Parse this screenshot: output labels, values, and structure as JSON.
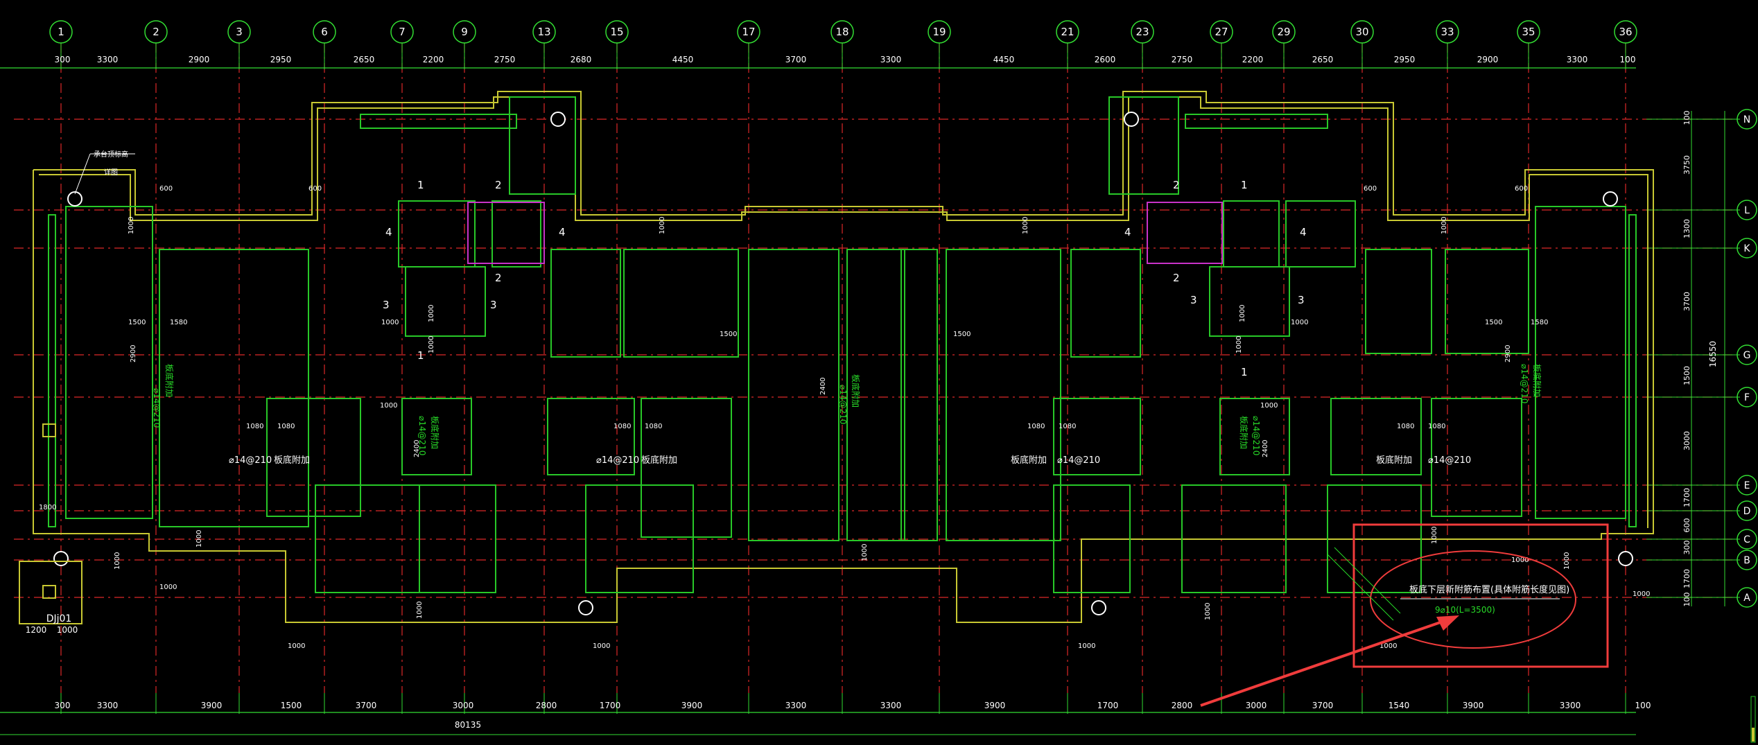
{
  "axes_top": [
    "1",
    "2",
    "3",
    "6",
    "7",
    "9",
    "13",
    "15",
    "17",
    "18",
    "19",
    "21",
    "23",
    "27",
    "29",
    "30",
    "33",
    "35",
    "36"
  ],
  "axes_right": [
    "N",
    "L",
    "K",
    "G",
    "F",
    "E",
    "D",
    "C",
    "B",
    "A"
  ],
  "dims_top": [
    "300",
    "3300",
    "2900",
    "2950",
    "2650",
    "2200",
    "2750",
    "2680",
    "4450",
    "3700",
    "3300",
    "4450",
    "2600",
    "2750",
    "2200",
    "2650",
    "2950",
    "2900",
    "3300",
    "100"
  ],
  "dims_bottom": [
    "300",
    "3300",
    "3900",
    "1500",
    "3700",
    "3000",
    "2800",
    "1700",
    "3900",
    "3300",
    "3300",
    "3900",
    "1700",
    "2800",
    "3000",
    "3700",
    "1540",
    "3900",
    "3300",
    "100"
  ],
  "dims_bottom_total": "80135",
  "dims_right": [
    "100",
    "3750",
    "1300",
    "3700",
    "1500",
    "3000",
    "1700",
    "600",
    "300",
    "1700",
    "100"
  ],
  "dims_right_total": "16550",
  "labels": {
    "pile_label": "DJj01",
    "pile_dim_a": "1200",
    "pile_dim_b": "1000",
    "note_top_left": "承台顶标高",
    "note_top_left_2": "详图",
    "note_main": "板底下层新附筋布置(具体附筋长度见图)",
    "note_rebar": "9⌀10(L=3500)",
    "slab_add": "板底附加",
    "rebar_a": "⌀14@210",
    "rebar_b": "⌀14@210",
    "dim_1000": "1000",
    "dim_1500": "1500",
    "dim_1580": "1580",
    "dim_1080": "1080",
    "dim_2900": "2900",
    "dim_2400": "2400",
    "dim_1800": "1800",
    "dim_600": "600",
    "dim_1200": "1200",
    "mark_1": "1",
    "mark_2": "2",
    "mark_3": "3",
    "mark_4": "4"
  },
  "colors": {
    "background": "#000000",
    "wall": "#c8c832",
    "inner_wall": "#28c828",
    "axis": "#dc2828",
    "dimension": "#32dc32",
    "text": "#ffffff",
    "highlight": "#f03c3c",
    "magenta": "#c832c8"
  }
}
